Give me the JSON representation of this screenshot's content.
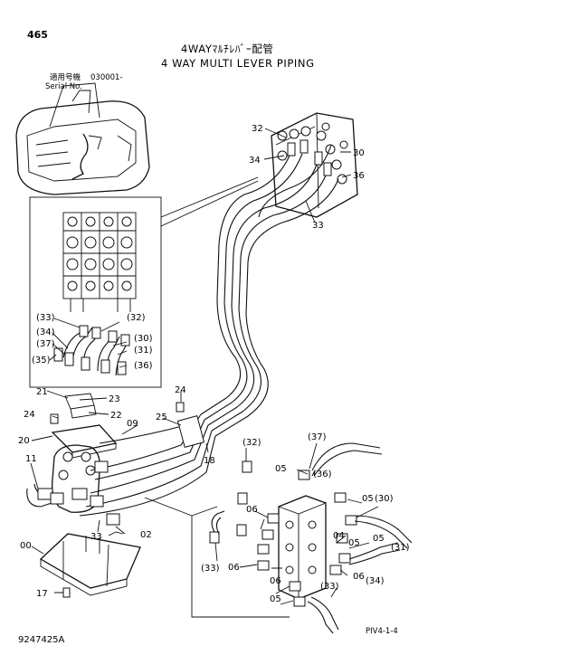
{
  "page_number": "465",
  "title_jp": "4WAYﾏﾙﾁﾚﾊﾞｰ配管",
  "title_en": "4 WAY MULTI LEVER PIPING",
  "serial_label_jp": "適用号機",
  "serial_label_en": "Serial No.",
  "serial_value": "030001-",
  "drawing_number": "9247425A",
  "sheet_code": "PIV4-1-4",
  "callouts": {
    "c32": "32",
    "c34": "34",
    "c30": "30",
    "c36": "36",
    "c33": "33",
    "p33": "(33)",
    "p32": "(32)",
    "p34": "(34)",
    "p30": "(30)",
    "p37": "(37)",
    "p31": "(31)",
    "p35": "(35)",
    "p36": "(36)",
    "c21": "21",
    "c23": "23",
    "c22": "22",
    "c24a": "24",
    "c24b": "24",
    "c20": "20",
    "c25": "25",
    "c09": "09",
    "c18": "18",
    "c11": "11",
    "c33b": "33",
    "c02": "02",
    "c00": "00",
    "c17": "17",
    "d37": "(37)",
    "d32": "(32)",
    "d05a": "05",
    "d36": "(36)",
    "d05b": "05",
    "d06a": "06",
    "d30": "(30)",
    "d05c": "05",
    "d04": "04",
    "d05d": "05",
    "d31": "(31)",
    "d06b": "06",
    "d33": "(33)",
    "d06c": "06",
    "d34": "(34)",
    "d06d": "06",
    "d05e": "05",
    "d33b": "(33)"
  }
}
